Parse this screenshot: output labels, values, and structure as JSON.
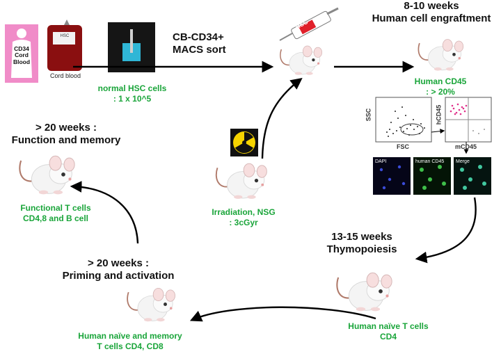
{
  "source": {
    "cord_label": "CD34 Cord Blood",
    "cord_line1": "CD34",
    "cord_line2": "Cord",
    "cord_line3": "Blood",
    "bag_caption": "Cord blood",
    "bag_tag": "HSC"
  },
  "sort": {
    "title_line1": "CB-CD34+",
    "title_line2": "MACS sort",
    "cells_line1": "normal HSC cells",
    "cells_line2": ": 1 x 10^5"
  },
  "injection": {
    "syringe_label": "HSC"
  },
  "engraftment": {
    "title_line1": "8-10 weeks",
    "title_line2": "Human cell engraftment",
    "result_line1": "Human CD45",
    "result_line2": ": > 20%"
  },
  "flow": {
    "left_ylabel": "SSC",
    "left_xlabel": "FSC",
    "right_ylabel": "hCD45",
    "right_xlabel": "mCD45"
  },
  "micro": {
    "panels": [
      "DAPI",
      "human CD45",
      "Merge"
    ]
  },
  "irradiation": {
    "line1": "Irradiation, NSG",
    "line2": ": 3cGyr"
  },
  "thymo": {
    "title_line1": "13-15 weeks",
    "title_line2": "Thymopoiesis",
    "cells_line1": "Human naïve T cells",
    "cells_line2": "CD4"
  },
  "priming": {
    "title_line1": "> 20 weeks :",
    "title_line2": "Priming and activation",
    "cells_line1": "Human naïve and memory",
    "cells_line2": "T cells CD4, CD8"
  },
  "function": {
    "title_line1": "> 20 weeks :",
    "title_line2": "Function and memory",
    "cells_line1": "Functional T cells",
    "cells_line2": "CD4,8 and B cell"
  },
  "colors": {
    "green_text": "#1aa53a",
    "arrow": "#000000",
    "pink": "#f08cc8",
    "blood": "#8a0f10",
    "flow_dots": "#e0308a"
  }
}
